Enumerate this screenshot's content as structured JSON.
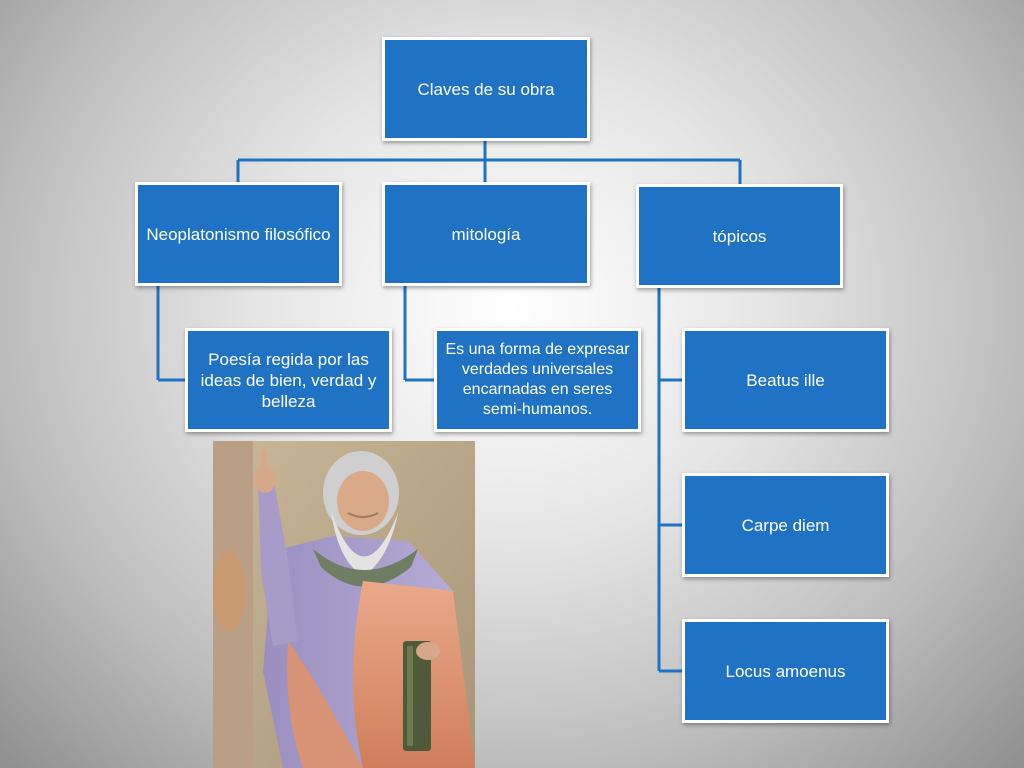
{
  "diagram": {
    "root": {
      "label": "Claves de su obra"
    },
    "branches": [
      {
        "label": "Neoplatonismo filosófico",
        "children": [
          {
            "label": "Poesía regida por las ideas de bien, verdad y belleza"
          }
        ]
      },
      {
        "label": "mitología",
        "children": [
          {
            "label": "Es una forma de expresar verdades universales encarnadas en seres semi-humanos."
          }
        ]
      },
      {
        "label": "tópicos",
        "children": [
          {
            "label": "Beatus ille"
          },
          {
            "label": "Carpe diem"
          },
          {
            "label": "Locus amoenus"
          }
        ]
      }
    ]
  },
  "image": {
    "subject": "painting-of-bearded-philosopher-holding-book"
  },
  "colors": {
    "node_fill": "#1f72c4",
    "node_border": "#ffffff",
    "connector": "#1f72c4"
  }
}
